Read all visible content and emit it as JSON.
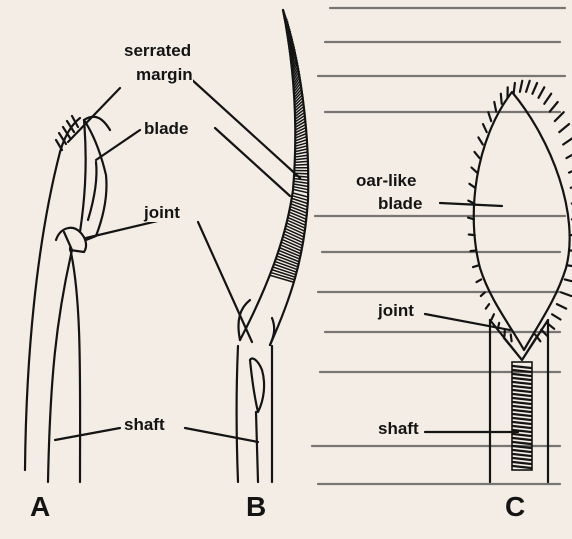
{
  "figures": [
    {
      "id": "A",
      "letter": "A"
    },
    {
      "id": "B",
      "letter": "B"
    },
    {
      "id": "C",
      "letter": "C"
    }
  ],
  "labels": {
    "serrated_margin_1": "serrated",
    "serrated_margin_2": "margin",
    "blade": "blade",
    "joint_b": "joint",
    "shaft_b": "shaft",
    "oar_like_1": "oar-like",
    "oar_like_2": "blade",
    "joint_c": "joint",
    "shaft_c": "shaft"
  }
}
